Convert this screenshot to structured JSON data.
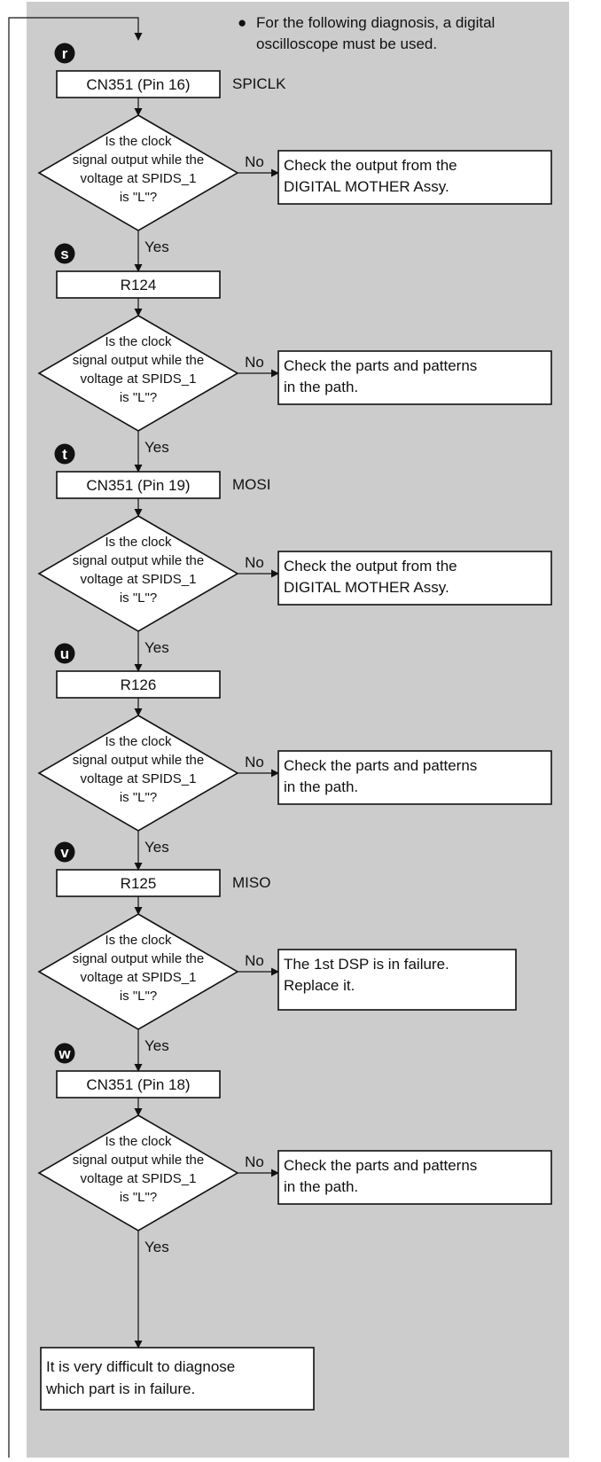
{
  "colors": {
    "panel": "#cccccc",
    "box_fill": "#ffffff",
    "line": "#111111",
    "badge": "#111111",
    "badge_text": "#ffffff"
  },
  "note": {
    "bullet": "●",
    "line1": "For the following diagnosis, a digital",
    "line2": "oscilloscope must be used."
  },
  "steps": [
    {
      "marker": "r",
      "box": "CN351 (Pin 16)",
      "signal": "SPICLK",
      "question": [
        "Is the clock",
        "signal output while the",
        "voltage at SPIDS_1",
        "is \"L\"?"
      ],
      "no_label": "No",
      "no_result": [
        "Check the output from the",
        "DIGITAL MOTHER Assy."
      ],
      "yes_label": "Yes"
    },
    {
      "marker": "s",
      "box": "R124",
      "signal": "",
      "question": [
        "Is the clock",
        "signal output while the",
        "voltage at SPIDS_1",
        "is \"L\"?"
      ],
      "no_label": "No",
      "no_result": [
        "Check the parts and patterns",
        "in the path."
      ],
      "yes_label": "Yes"
    },
    {
      "marker": "t",
      "box": "CN351 (Pin 19)",
      "signal": "MOSI",
      "question": [
        "Is the clock",
        "signal output while the",
        "voltage at SPIDS_1",
        "is \"L\"?"
      ],
      "no_label": "No",
      "no_result": [
        "Check the output from the",
        "DIGITAL MOTHER Assy."
      ],
      "yes_label": "Yes"
    },
    {
      "marker": "u",
      "box": "R126",
      "signal": "",
      "question": [
        "Is the clock",
        "signal output while the",
        "voltage at SPIDS_1",
        "is \"L\"?"
      ],
      "no_label": "No",
      "no_result": [
        "Check the parts and patterns",
        "in the path."
      ],
      "yes_label": "Yes"
    },
    {
      "marker": "v",
      "box": "R125",
      "signal": "MISO",
      "question": [
        "Is the clock",
        "signal output while the",
        "voltage at SPIDS_1",
        "is \"L\"?"
      ],
      "no_label": "No",
      "no_result": [
        "The 1st DSP is in failure.",
        "Replace it."
      ],
      "yes_label": "Yes"
    },
    {
      "marker": "w",
      "box": "CN351 (Pin 18)",
      "signal": "",
      "question": [
        "Is the clock",
        "signal output while the",
        "voltage at SPIDS_1",
        "is \"L\"?"
      ],
      "no_label": "No",
      "no_result": [
        "Check the parts and patterns",
        "in the path."
      ],
      "yes_label": "Yes"
    }
  ],
  "final": [
    "It is very difficult to diagnose",
    "which part is in failure."
  ]
}
